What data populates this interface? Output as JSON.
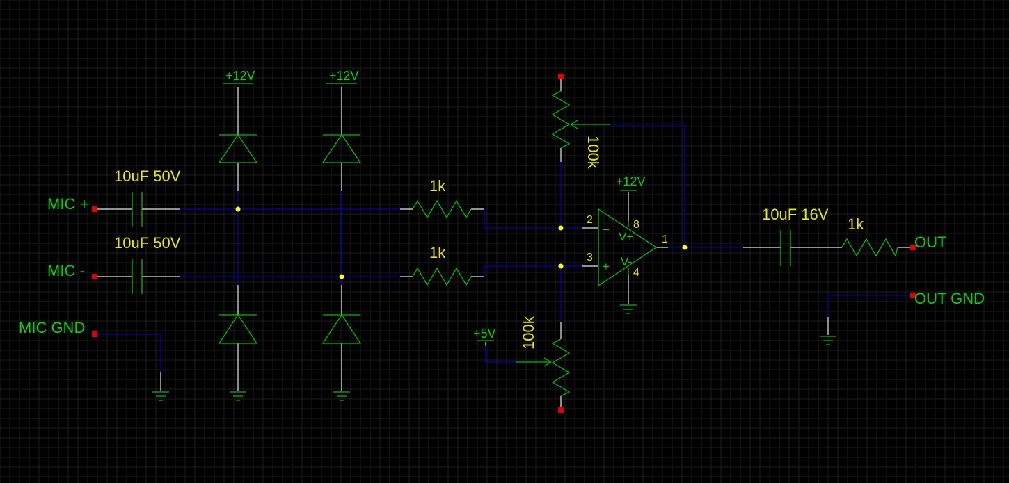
{
  "ports": {
    "mic_plus": "MIC +",
    "mic_minus": "MIC -",
    "mic_gnd": "MIC GND",
    "out": "OUT",
    "out_gnd": "OUT GND"
  },
  "capacitors": {
    "c1": "10uF 50V",
    "c2": "10uF 50V",
    "c3": "10uF 16V"
  },
  "resistors": {
    "r1": "1k",
    "r2": "1k",
    "r3": "1k"
  },
  "potentiometers": {
    "p1": "100k",
    "p2": "100k"
  },
  "power": {
    "d1_supply": "+12V",
    "d2_supply": "+12V",
    "opamp_supply": "+12V",
    "pot_supply": "+5V"
  },
  "opamp": {
    "vplus": "V+",
    "vminus": "V-",
    "inv_sign": "−",
    "noninv_sign": "+",
    "pin_inv": "2",
    "pin_noninv": "3",
    "pin_out": "1",
    "pin_vplus": "8",
    "pin_vminus": "4"
  }
}
